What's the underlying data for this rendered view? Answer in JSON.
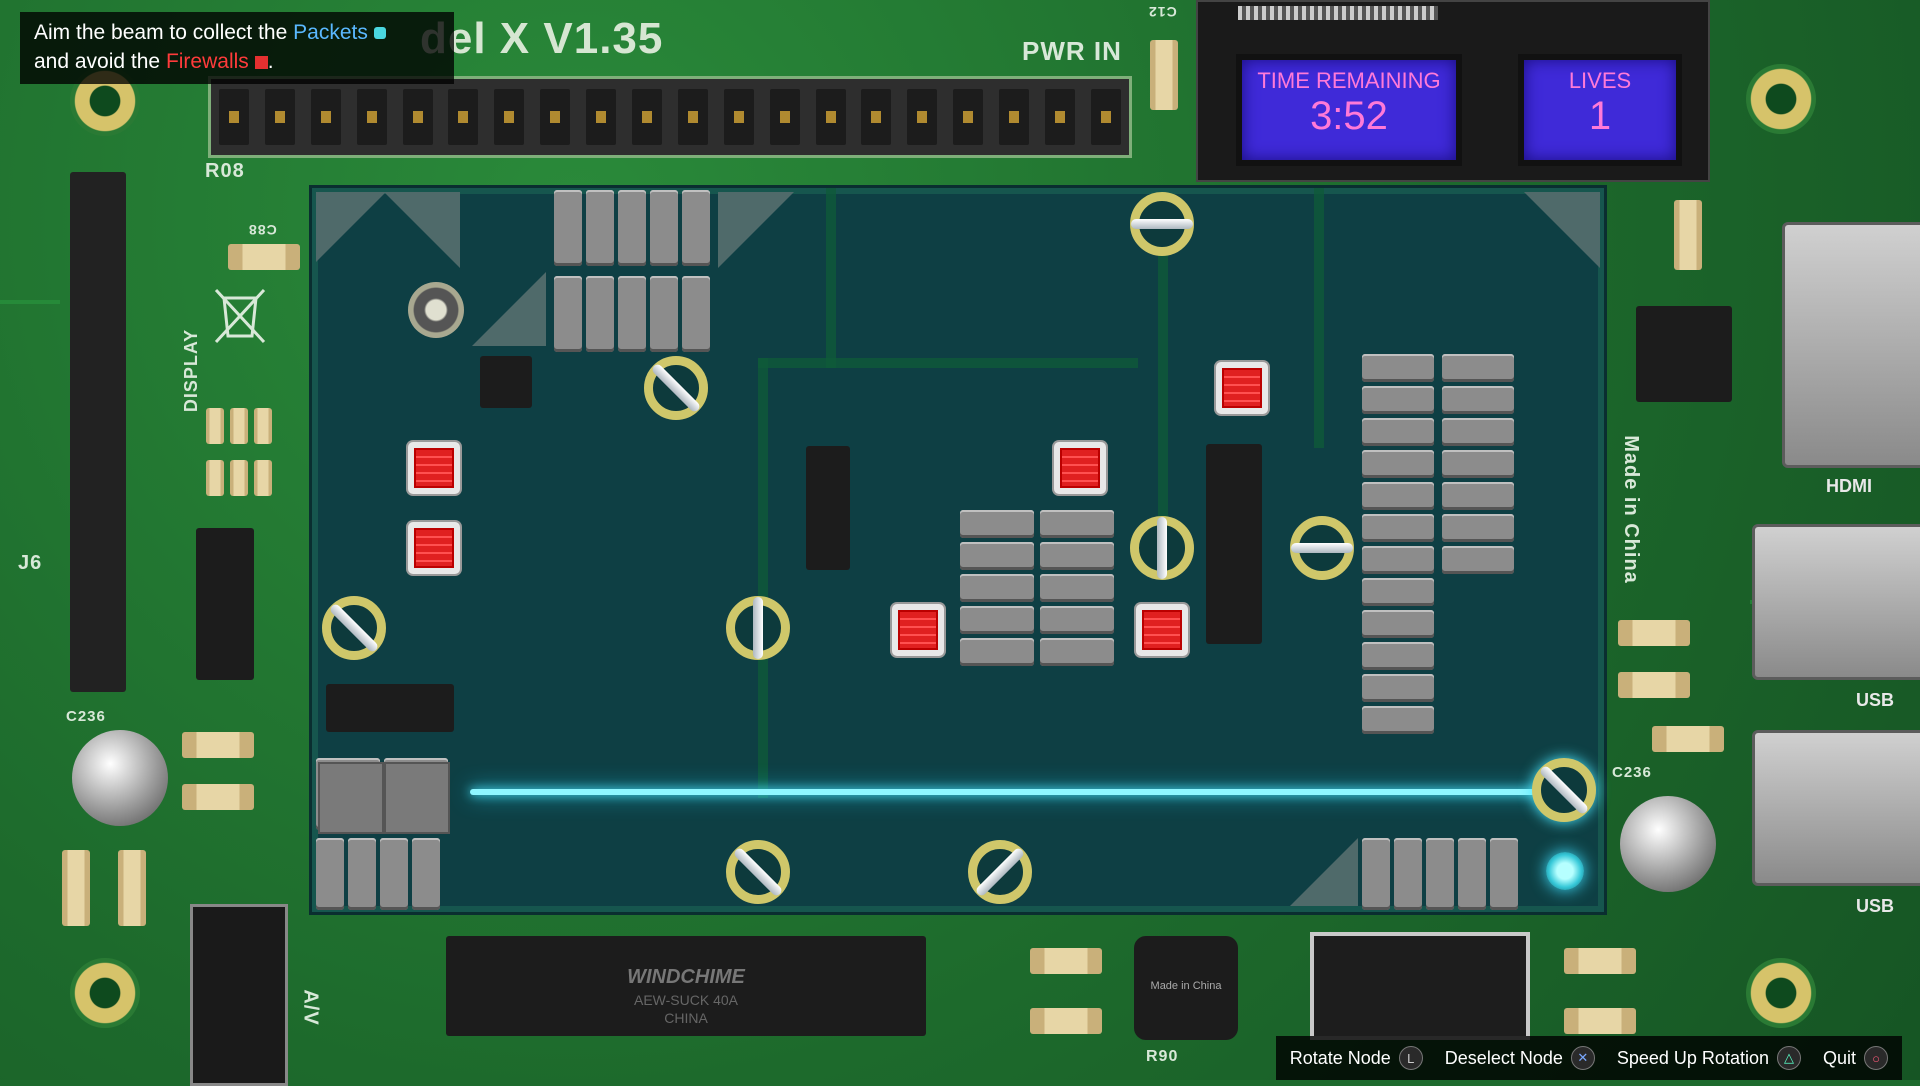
{
  "instructions": {
    "line1_prefix": "Aim the beam to collect the ",
    "packets_word": "Packets",
    "line2_prefix": "and avoid the ",
    "firewalls_word": "Firewalls",
    "line2_suffix": "."
  },
  "board": {
    "title": "del X V1.35",
    "pwr_label": "PWR IN",
    "display_label": "DISPLAY",
    "made_in_china": "Made in China",
    "chip_brand": "WINDCHIME",
    "chip_model": "AEW-SUCK 40A",
    "chip_country": "CHINA",
    "small_chip_text": "Made in China",
    "silk_labels": {
      "r08": "R08",
      "j6": "J6",
      "c236a": "C236",
      "c236b": "C236",
      "r90": "R90",
      "av": "A/V",
      "c12": "C12",
      "c88": "C88"
    },
    "ports": {
      "hdmi": "HDMI",
      "usb1": "USB",
      "usb2": "USB"
    }
  },
  "hud": {
    "time_label": "TIME REMAINING",
    "time_value": "3:52",
    "lives_label": "LIVES",
    "lives_value": "1"
  },
  "controls": [
    {
      "label": "Rotate Node",
      "button": "L",
      "icon": "left-stick-icon"
    },
    {
      "label": "Deselect Node",
      "button": "✕",
      "icon": "cross-button-icon"
    },
    {
      "label": "Speed Up Rotation",
      "button": "△",
      "icon": "triangle-button-icon"
    },
    {
      "label": "Quit",
      "button": "○",
      "icon": "circle-button-icon"
    }
  ],
  "colors": {
    "beam": "#8ff6ff",
    "firewall": "#e02020",
    "packet": "#36c8d8",
    "lcd": "#3f2ad8",
    "lcd_text": "#ff7ad8"
  }
}
